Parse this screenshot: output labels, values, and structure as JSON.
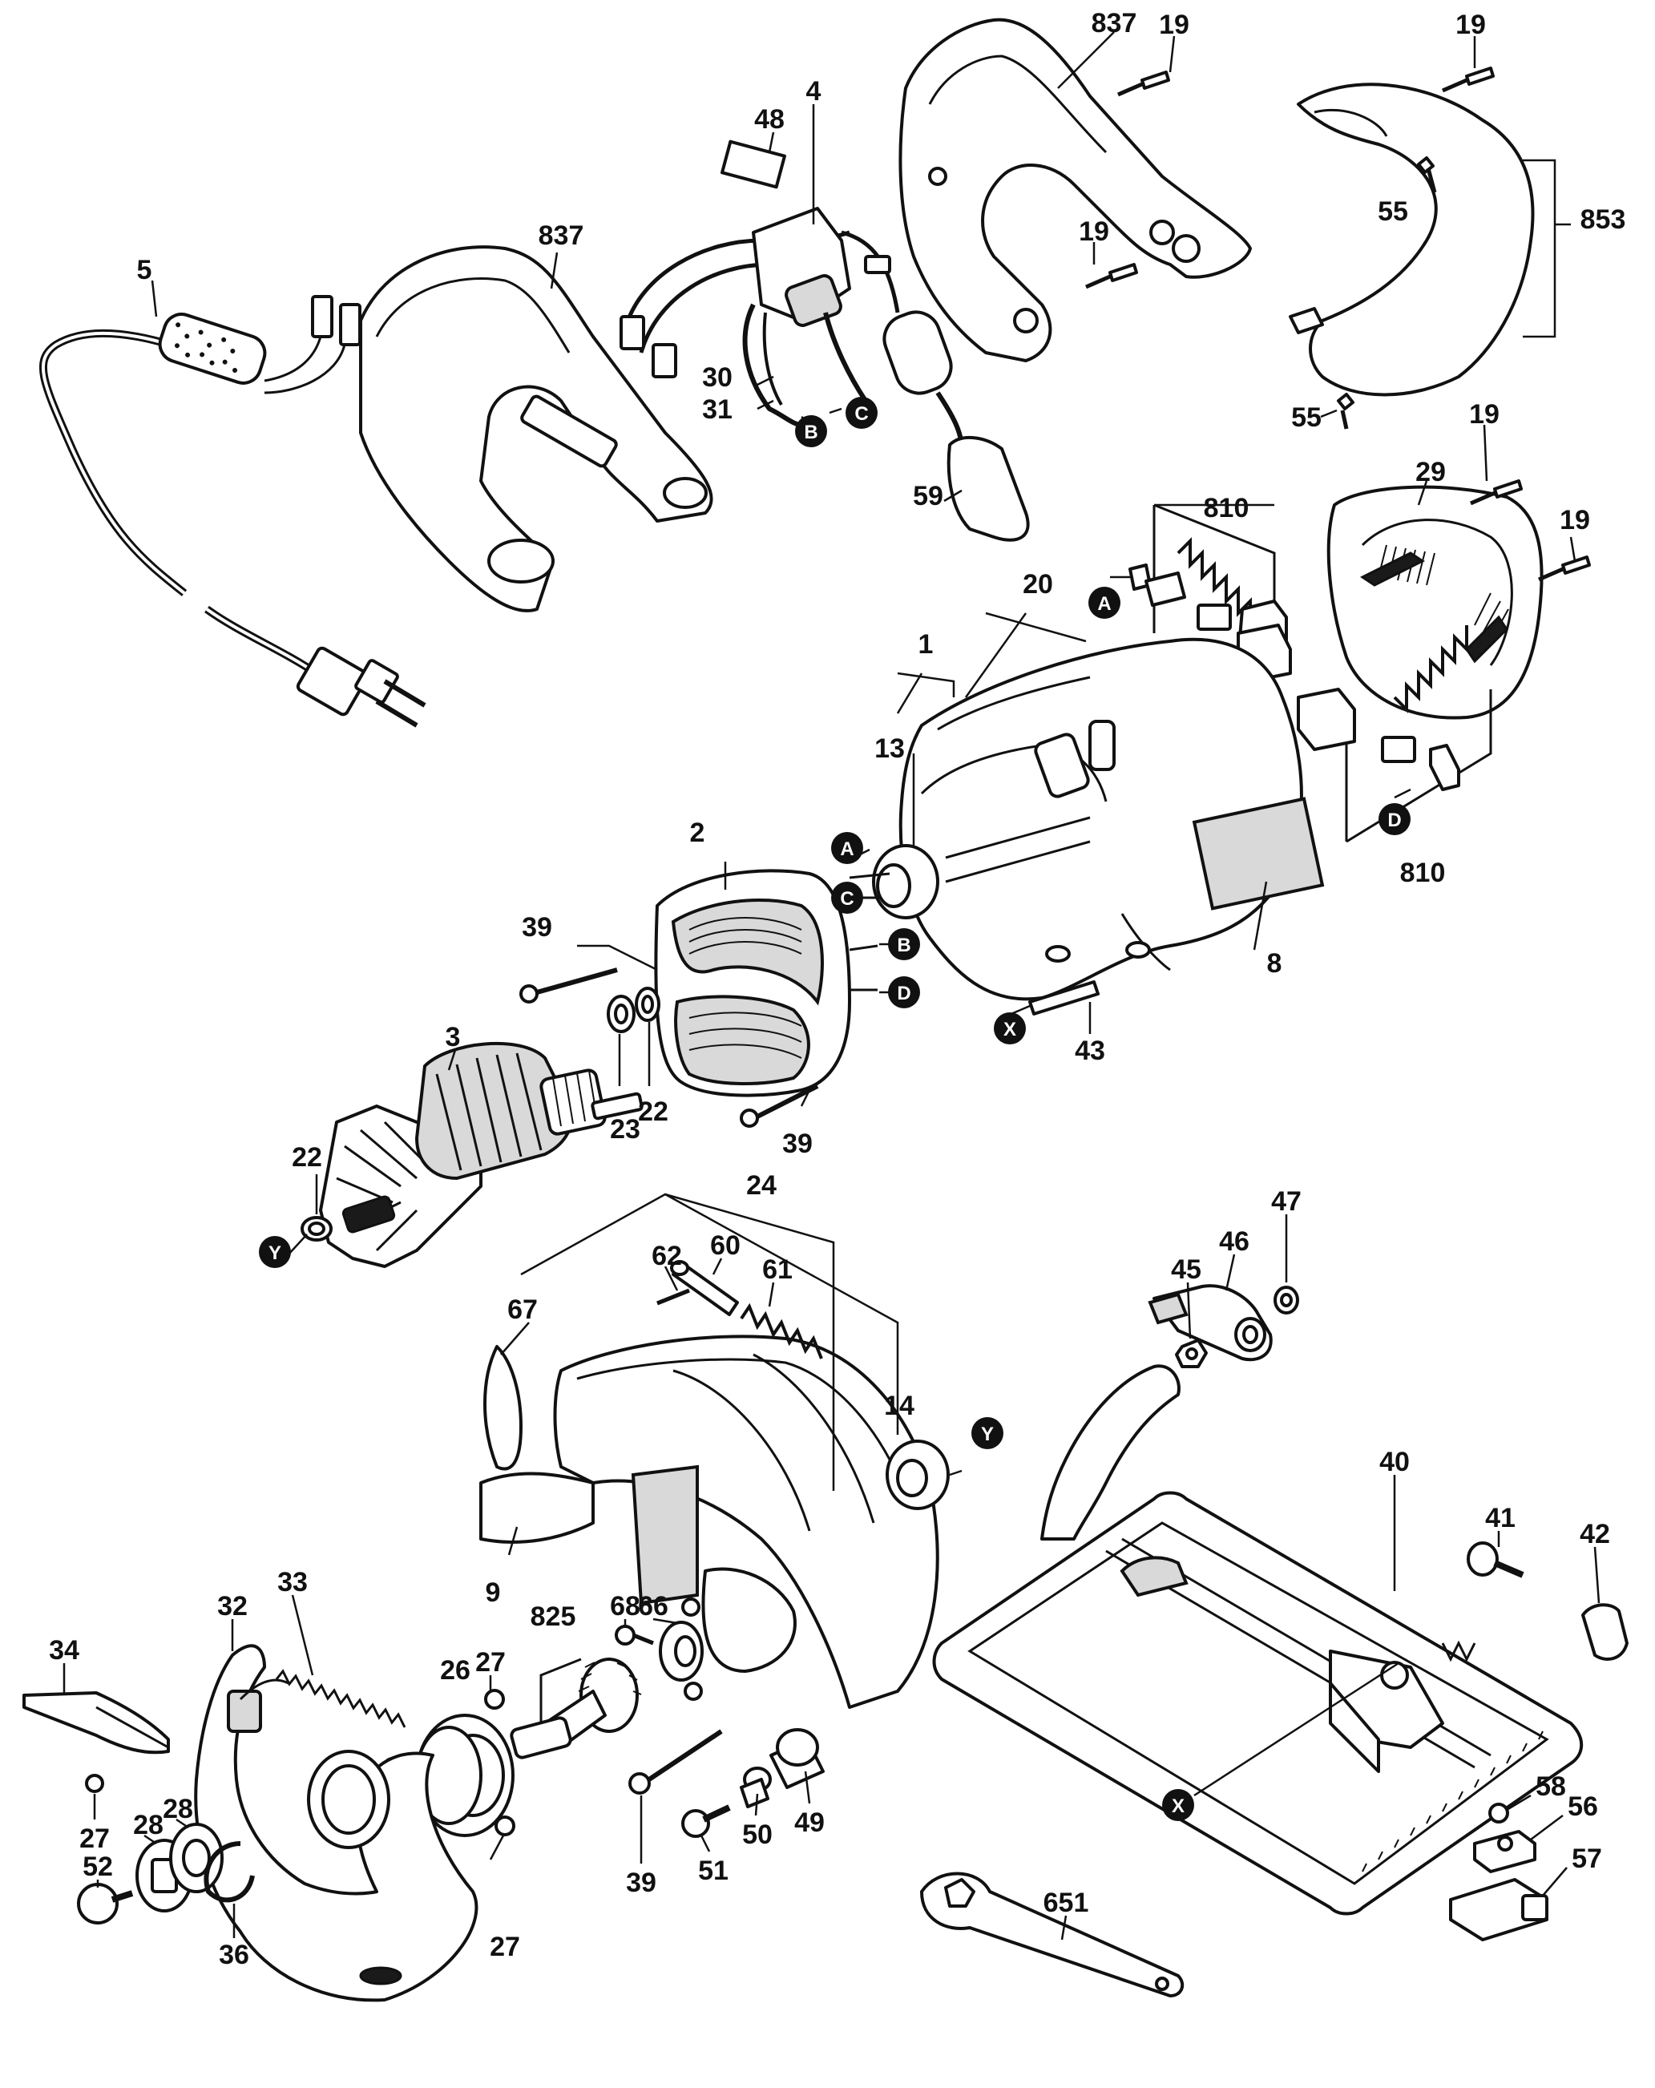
{
  "diagram": {
    "callouts": {
      "c5": "5",
      "c837a": "837",
      "c837b": "837",
      "c48": "48",
      "c4": "4",
      "c30": "30",
      "c31": "31",
      "c59": "59",
      "c19a": "19",
      "c19b": "19",
      "c19c": "19",
      "c19d": "19",
      "c19e": "19",
      "c55a": "55",
      "c55b": "55",
      "c853": "853",
      "c29": "29",
      "c810a": "810",
      "c810b": "810",
      "c20": "20",
      "c1": "1",
      "c13": "13",
      "c2": "2",
      "c8": "8",
      "c39a": "39",
      "c39b": "39",
      "c39c": "39",
      "c43": "43",
      "c3": "3",
      "c23": "23",
      "c22a": "22",
      "c22b": "22",
      "c24": "24",
      "c62": "62",
      "c60": "60",
      "c61": "61",
      "c67": "67",
      "c14": "14",
      "c45": "45",
      "c46": "46",
      "c47": "47",
      "c40": "40",
      "c41": "41",
      "c42": "42",
      "c9": "9",
      "c33": "33",
      "c32": "32",
      "c34": "34",
      "c68": "68",
      "c66": "66",
      "c825": "825",
      "c26": "26",
      "c27a": "27",
      "c27b": "27",
      "c27c": "27",
      "c28a": "28",
      "c28b": "28",
      "c52": "52",
      "c36": "36",
      "c51": "51",
      "c50": "50",
      "c49": "49",
      "c58": "58",
      "c56": "56",
      "c57": "57",
      "c651": "651"
    },
    "references": {
      "A1": "A",
      "A2": "A",
      "B1": "B",
      "B2": "B",
      "C1": "C",
      "C2": "C",
      "D1": "D",
      "D2": "D",
      "X1": "X",
      "X2": "X",
      "Y1": "Y",
      "Y2": "Y"
    }
  }
}
